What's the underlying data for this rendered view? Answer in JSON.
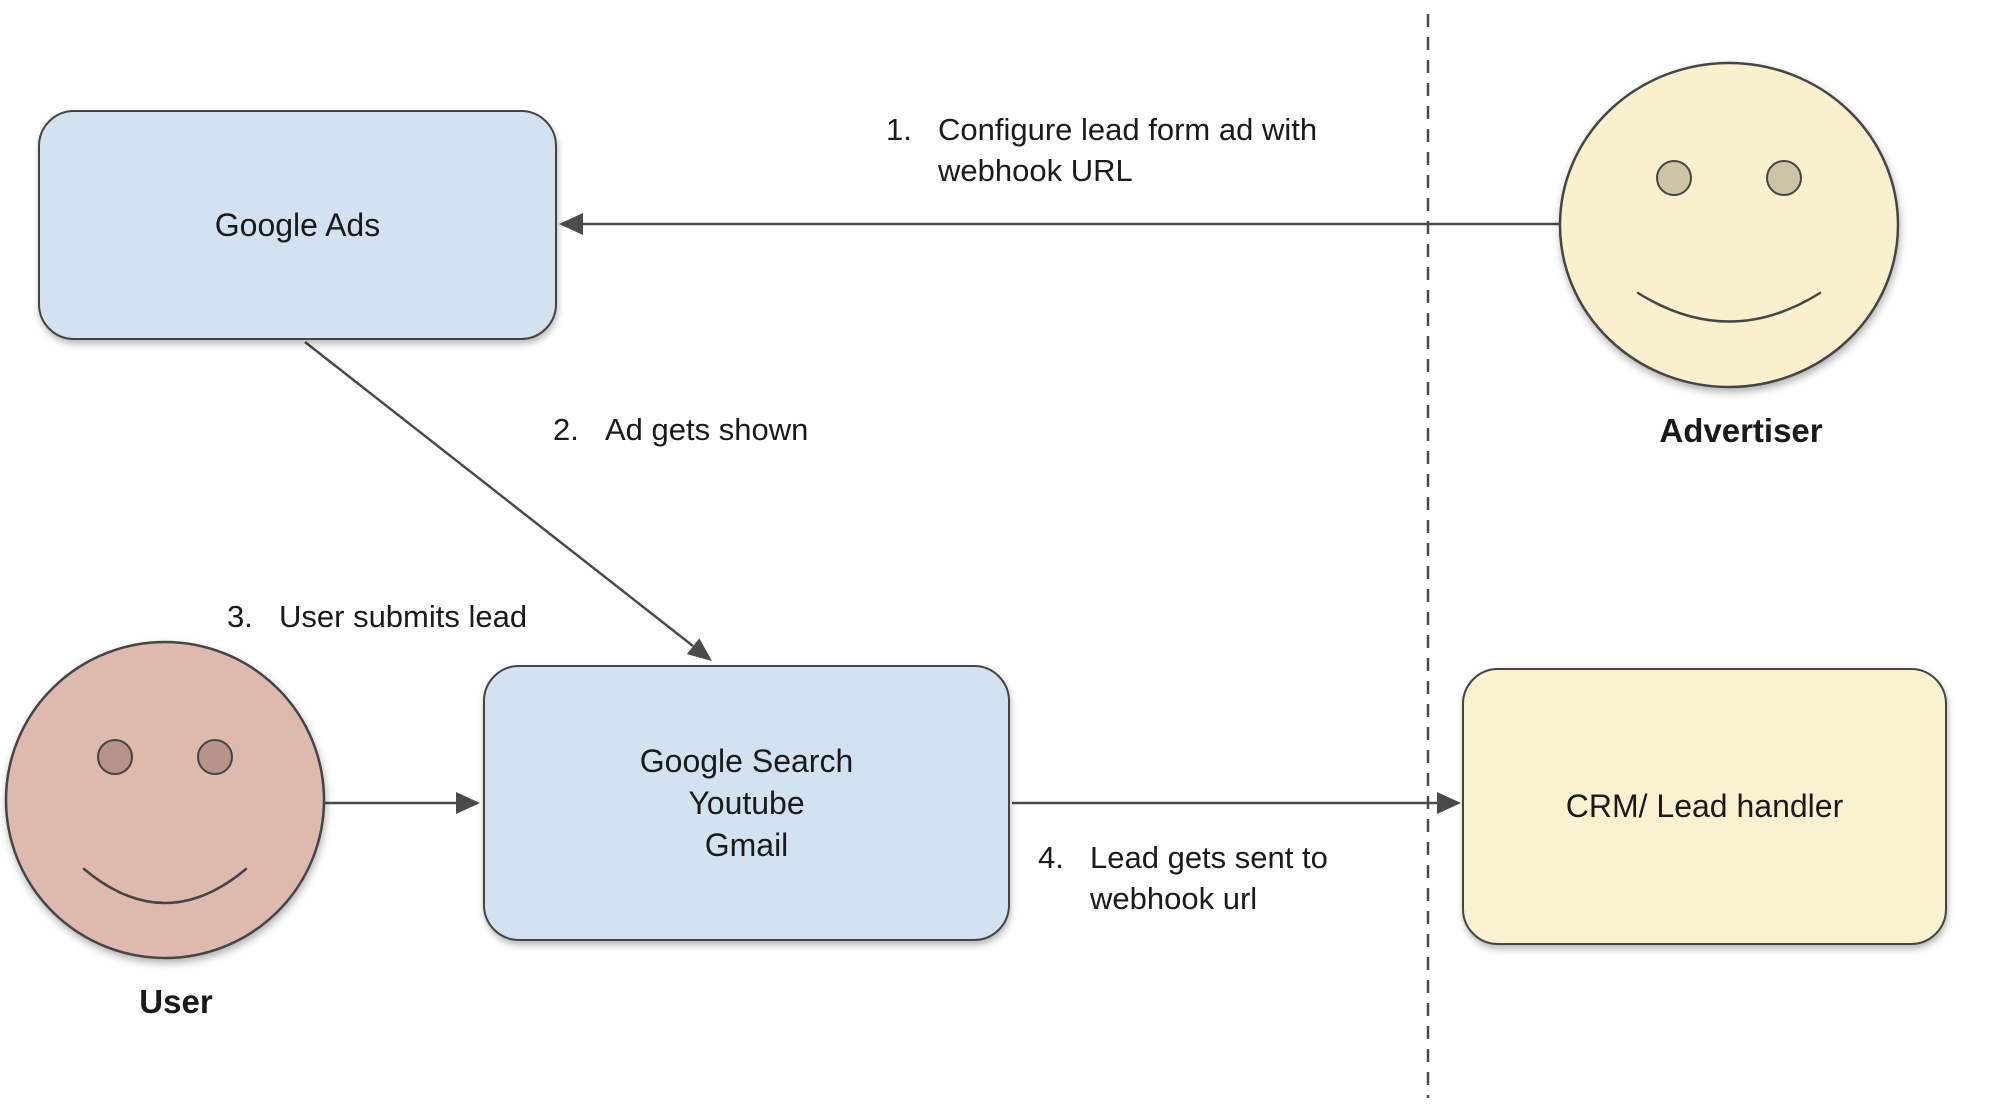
{
  "nodes": {
    "google_ads": {
      "label": "Google Ads",
      "fill": "#d3e2f1"
    },
    "google_properties": {
      "label": "Google Search\nYoutube\nGmail",
      "fill": "#d3e2f1"
    },
    "crm": {
      "label": "CRM/ Lead handler",
      "fill": "#faf1d1"
    }
  },
  "actors": {
    "user": {
      "label": "User",
      "fill": "#deb9ae",
      "eye_fill": "#b99289"
    },
    "advertiser": {
      "label": "Advertiser",
      "fill": "#faf0cd",
      "eye_fill": "#cbc4a6"
    }
  },
  "steps": [
    {
      "number": "1.",
      "text": "Configure lead form ad with\nwebhook URL"
    },
    {
      "number": "2.",
      "text": "Ad gets shown"
    },
    {
      "number": "3.",
      "text": "User submits lead"
    },
    {
      "number": "4.",
      "text": "Lead gets sent to\nwebhook url"
    }
  ],
  "colors": {
    "background": "#ffffff",
    "stroke": "#4a4a4a",
    "text": "#1a1a1a",
    "node_border": "#444444"
  }
}
